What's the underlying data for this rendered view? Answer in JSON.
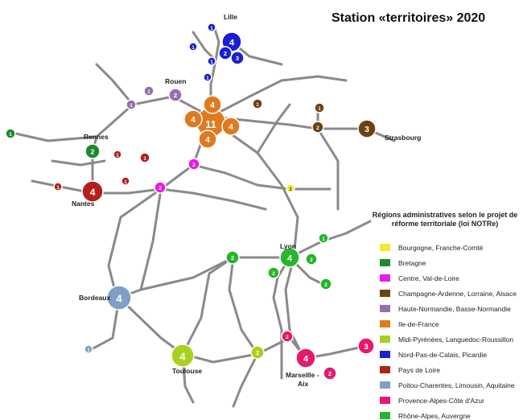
{
  "title": "Station «territoires» 2020",
  "legend": {
    "title_line1": "Régions administratives selon le projet de",
    "title_line2": "réforme territoriale (loi NOTRe)",
    "items": [
      {
        "label": "Bourgogne, Franche-Comté",
        "color": "#f5ea2a"
      },
      {
        "label": "Bretagne",
        "color": "#1e8a2e"
      },
      {
        "label": "Centre, Val-de-Loire",
        "color": "#e51ee5"
      },
      {
        "label": "Champagne-Ardenne, Lorraine, Alsace",
        "color": "#6b4214"
      },
      {
        "label": "Haute-Normandie, Basse-Normandie",
        "color": "#9470b0"
      },
      {
        "label": "Ile-de-France",
        "color": "#e07a20"
      },
      {
        "label": "Midi-Pyrénées, Languedoc-Roussillon",
        "color": "#a6d11c"
      },
      {
        "label": "Nord-Pas-de-Calais, Picardie",
        "color": "#1a1fd0"
      },
      {
        "label": "Pays de Loire",
        "color": "#b3201c"
      },
      {
        "label": "Poitou-Charentes, Limousin, Aquitaine",
        "color": "#7f9fc6"
      },
      {
        "label": "Provence-Alpes-Côte d'Azur",
        "color": "#e5196f"
      },
      {
        "label": "Rhône-Alpes, Auvergne",
        "color": "#26b52c"
      }
    ]
  },
  "city_labels": {
    "lille": "Lille",
    "rouen": "Rouen",
    "rennes": "Rennes",
    "nantes": "Nantes",
    "strasbourg": "Strasbourg",
    "lyon": "Lyon",
    "bordeaux": "Bordeaux",
    "toulouse": "Toulouse",
    "marseille": "Marseille -",
    "aix": "Aix"
  },
  "stations": [
    {
      "id": "lille-main",
      "count": "4",
      "region": "Nord-Pas-de-Calais, Picardie"
    },
    {
      "id": "lille-2",
      "count": "2",
      "region": "Nord-Pas-de-Calais, Picardie"
    },
    {
      "id": "lille-3",
      "count": "3",
      "region": "Nord-Pas-de-Calais, Picardie"
    },
    {
      "id": "dunkerque",
      "count": "1",
      "region": "Nord-Pas-de-Calais, Picardie"
    },
    {
      "id": "boulogne",
      "count": "1",
      "region": "Nord-Pas-de-Calais, Picardie"
    },
    {
      "id": "arras",
      "count": "1",
      "region": "Nord-Pas-de-Calais, Picardie"
    },
    {
      "id": "amiens",
      "count": "1",
      "region": "Nord-Pas-de-Calais, Picardie"
    },
    {
      "id": "rouen",
      "count": "2",
      "region": "Haute-Normandie, Basse-Normandie"
    },
    {
      "id": "caen",
      "count": "1",
      "region": "Haute-Normandie, Basse-Normandie"
    },
    {
      "id": "le-havre",
      "count": "1",
      "region": "Haute-Normandie, Basse-Normandie"
    },
    {
      "id": "paris",
      "count": "11",
      "region": "Ile-de-France"
    },
    {
      "id": "paris-n",
      "count": "4",
      "region": "Ile-de-France"
    },
    {
      "id": "paris-w",
      "count": "4",
      "region": "Ile-de-France"
    },
    {
      "id": "paris-e",
      "count": "4",
      "region": "Ile-de-France"
    },
    {
      "id": "paris-s",
      "count": "4",
      "region": "Ile-de-France"
    },
    {
      "id": "reims",
      "count": "1",
      "region": "Champagne-Ardenne, Lorraine, Alsace"
    },
    {
      "id": "metz",
      "count": "1",
      "region": "Champagne-Ardenne, Lorraine, Alsace"
    },
    {
      "id": "nancy",
      "count": "2",
      "region": "Champagne-Ardenne, Lorraine, Alsace"
    },
    {
      "id": "strasbourg",
      "count": "3",
      "region": "Champagne-Ardenne, Lorraine, Alsace"
    },
    {
      "id": "brest",
      "count": "1",
      "region": "Bretagne"
    },
    {
      "id": "rennes",
      "count": "2",
      "region": "Bretagne"
    },
    {
      "id": "nantes",
      "count": "4",
      "region": "Pays de Loire"
    },
    {
      "id": "st-nazaire",
      "count": "1",
      "region": "Pays de Loire"
    },
    {
      "id": "angers",
      "count": "1",
      "region": "Pays de Loire"
    },
    {
      "id": "le-mans",
      "count": "1",
      "region": "Pays de Loire"
    },
    {
      "id": "laval",
      "count": "1",
      "region": "Pays de Loire"
    },
    {
      "id": "orleans",
      "count": "2",
      "region": "Centre, Val-de-Loire"
    },
    {
      "id": "tours",
      "count": "2",
      "region": "Centre, Val-de-Loire"
    },
    {
      "id": "dijon",
      "count": "1",
      "region": "Bourgogne, Franche-Comté"
    },
    {
      "id": "lyon",
      "count": "4",
      "region": "Rhône-Alpes, Auvergne"
    },
    {
      "id": "clermont",
      "count": "2",
      "region": "Rhône-Alpes, Auvergne"
    },
    {
      "id": "st-etienne",
      "count": "2",
      "region": "Rhône-Alpes, Auvergne"
    },
    {
      "id": "grenoble",
      "count": "2",
      "region": "Rhône-Alpes, Auvergne"
    },
    {
      "id": "chambery",
      "count": "2",
      "region": "Rhône-Alpes, Auvergne"
    },
    {
      "id": "annecy",
      "count": "1",
      "region": "Rhône-Alpes, Auvergne"
    },
    {
      "id": "bordeaux",
      "count": "4",
      "region": "Poitou-Charentes, Limousin, Aquitaine"
    },
    {
      "id": "bayonne",
      "count": "1",
      "region": "Poitou-Charentes, Limousin, Aquitaine"
    },
    {
      "id": "toulouse",
      "count": "4",
      "region": "Midi-Pyrénées, Languedoc-Roussillon"
    },
    {
      "id": "montpellier",
      "count": "2",
      "region": "Midi-Pyrénées, Languedoc-Roussillon"
    },
    {
      "id": "marseille",
      "count": "4",
      "region": "Provence-Alpes-Côte d'Azur"
    },
    {
      "id": "avignon",
      "count": "2",
      "region": "Provence-Alpes-Côte d'Azur"
    },
    {
      "id": "toulon",
      "count": "2",
      "region": "Provence-Alpes-Côte d'Azur"
    },
    {
      "id": "nice",
      "count": "3",
      "region": "Provence-Alpes-Côte d'Azur"
    }
  ]
}
